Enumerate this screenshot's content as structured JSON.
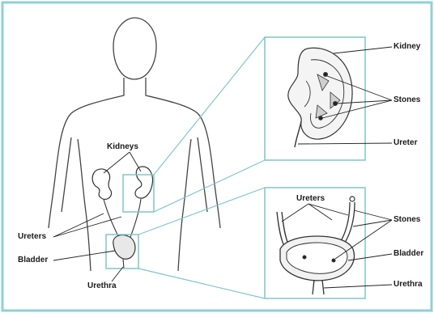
{
  "colors": {
    "frame": "#8fd0d6",
    "ink": "#333333",
    "teal": "#7fc6c9"
  },
  "labels": {
    "kidneys": "Kidneys",
    "ureters_left": "Ureters",
    "bladder_left": "Bladder",
    "urethra_left": "Urethra",
    "kidney": "Kidney",
    "stones_top": "Stones",
    "ureter": "Ureter",
    "ureters_inset": "Ureters",
    "stones_bottom": "Stones",
    "bladder_right": "Bladder",
    "urethra_right": "Urethra"
  }
}
